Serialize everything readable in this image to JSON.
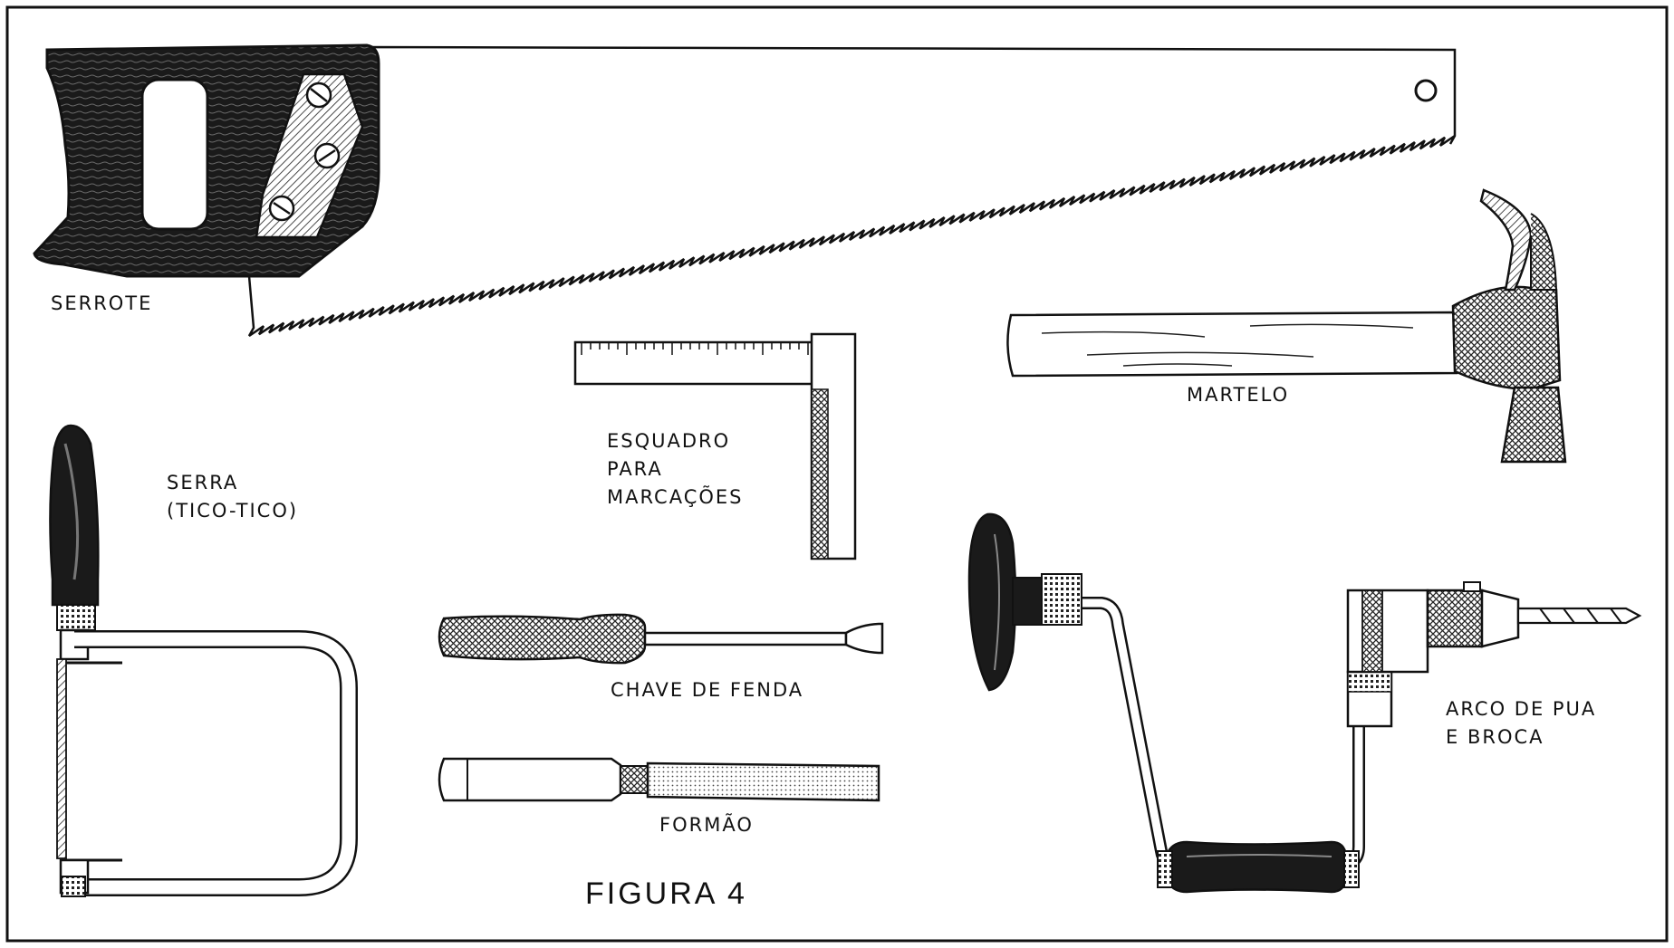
{
  "figure": {
    "caption": "FIGURA 4",
    "line_color": "#111111",
    "paper_color": "#ffffff",
    "tools": {
      "serrote": {
        "label": "SERROTE",
        "icon": "handsaw-icon"
      },
      "serra_tico_tico": {
        "label_line1": "SERRA",
        "label_line2": "(TICO-TICO)",
        "icon": "coping-saw-icon"
      },
      "esquadro": {
        "label_line1": "ESQUADRO",
        "label_line2": "PARA",
        "label_line3": "MARCAÇÕES",
        "icon": "try-square-icon"
      },
      "martelo": {
        "label": "MARTELO",
        "icon": "hammer-icon"
      },
      "chave_de_fenda": {
        "label": "CHAVE DE FENDA",
        "icon": "screwdriver-icon"
      },
      "formao": {
        "label": "FORMÃO",
        "icon": "chisel-icon"
      },
      "arco_de_pua": {
        "label_line1": "ARCO DE PUA",
        "label_line2": "E BROCA",
        "icon": "brace-and-bit-icon"
      }
    }
  }
}
